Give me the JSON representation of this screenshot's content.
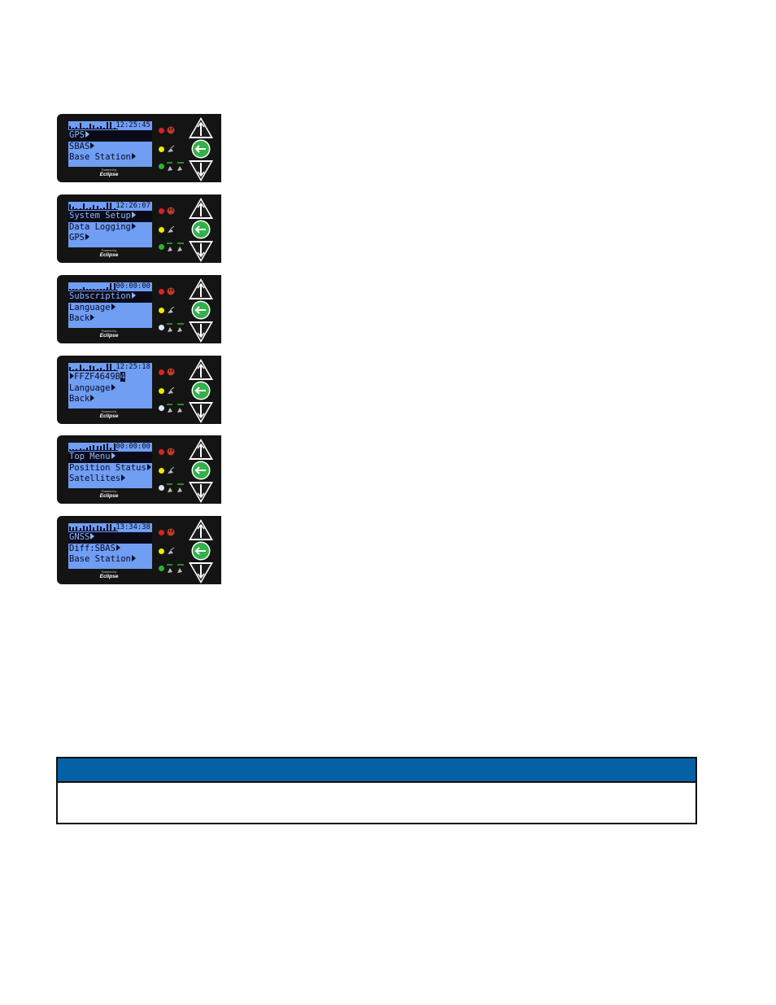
{
  "devices": [
    {
      "clock": "12:25:45",
      "rows": [
        "GPS",
        "SBAS",
        "Base Station"
      ],
      "selected": 0,
      "bars": [
        4,
        2,
        3,
        8,
        2,
        2,
        7,
        5,
        3,
        4,
        2,
        9,
        9,
        2
      ],
      "bottom_led": "green",
      "logo": {
        "powered_by": "Powered by",
        "brand": "Eclipse"
      }
    },
    {
      "clock": "12:26:07",
      "rows": [
        "System Setup",
        "Data Logging",
        "GPS"
      ],
      "selected": 0,
      "bars": [
        7,
        4,
        2,
        2,
        8,
        2,
        3,
        6,
        5,
        2,
        3,
        9,
        9,
        2
      ],
      "bottom_led": "green",
      "logo": {
        "powered_by": "Powered by",
        "brand": "Eclipse"
      }
    },
    {
      "clock": "00:00:00",
      "rows": [
        "Subscription",
        "Language",
        "Back"
      ],
      "selected": 0,
      "bars": [
        2,
        2,
        2,
        2,
        4,
        2,
        2,
        2,
        2,
        2,
        2,
        4,
        9,
        9
      ],
      "bottom_led": "white",
      "logo": {
        "powered_by": "Powered by",
        "brand": "Eclipse"
      }
    },
    {
      "clock": "12:25:18",
      "rows": [
        "FFZF4649B",
        "Language",
        "Back"
      ],
      "selected": -1,
      "bars": [
        5,
        2,
        3,
        8,
        3,
        2,
        7,
        6,
        3,
        4,
        2,
        9,
        9,
        2
      ],
      "bottom_led": "white",
      "edit_row": {
        "prefix_caret": true,
        "text": "FFZF4649B",
        "cursor": "4"
      },
      "logo": {
        "powered_by": "Powered by",
        "brand": "Eclipse"
      }
    },
    {
      "clock": "00:00:00",
      "rows": [
        "Top Menu",
        "Position Status",
        "Satellites"
      ],
      "selected": 0,
      "bars": [
        2,
        2,
        2,
        3,
        2,
        4,
        6,
        7,
        6,
        6,
        8,
        9,
        4,
        9
      ],
      "bottom_led": "white",
      "logo": {
        "powered_by": "Powered by",
        "brand": "Eclipse"
      }
    },
    {
      "clock": "13:34:38",
      "rows": [
        "GNSS",
        "Diff:SBAS",
        "Base Station"
      ],
      "selected": 0,
      "bars": [
        6,
        5,
        6,
        4,
        7,
        6,
        8,
        5,
        7,
        6,
        4,
        9,
        9,
        5
      ],
      "bottom_led": "green",
      "logo": {
        "powered_by": "Powered by",
        "brand": "Eclipse"
      }
    }
  ],
  "note_box": {
    "header": "",
    "body": ""
  }
}
